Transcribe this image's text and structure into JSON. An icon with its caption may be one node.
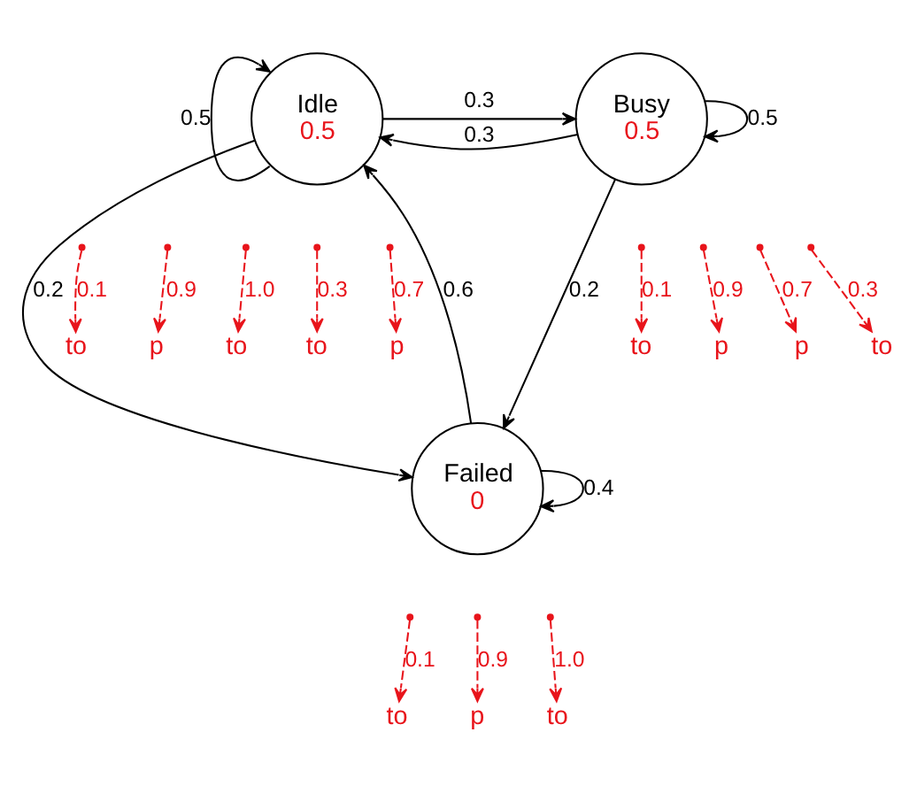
{
  "diagram": {
    "nodes": [
      {
        "text": [
          "Idle",
          "0.5"
        ]
      },
      {
        "text": [
          "Busy",
          "0.5"
        ]
      },
      {
        "text": [
          "Failed",
          "0"
        ]
      },
      {
        "text": [
          "to"
        ]
      },
      {
        "text": [
          "p"
        ]
      },
      {
        "text": [
          "to"
        ]
      },
      {
        "text": [
          "p"
        ]
      },
      {
        "text": [
          "to"
        ]
      },
      {
        "text": [
          "to"
        ]
      },
      {
        "text": [
          "p"
        ]
      },
      {
        "text": [
          "p"
        ]
      },
      {
        "text": [
          "to"
        ]
      },
      {
        "text": [
          "to"
        ]
      },
      {
        "text": [
          "p"
        ]
      },
      {
        "text": [
          "to"
        ]
      }
    ],
    "edges": [
      {
        "from": 0,
        "to": 1,
        "arrow": "to",
        "label": "0.3",
        "color": "#000000"
      },
      {
        "from": 1,
        "to": 0,
        "arrow": "to",
        "label": "0.3",
        "color": "#000000"
      },
      {
        "from": 0,
        "to": 0,
        "arrow": "to",
        "label": "0.5",
        "color": "#000000"
      },
      {
        "from": 1,
        "to": 1,
        "arrow": "to",
        "label": "0.5",
        "color": "#000000"
      },
      {
        "from": 0,
        "to": 2,
        "arrow": "to",
        "label": "0.2",
        "color": "#000000"
      },
      {
        "from": 1,
        "to": 2,
        "arrow": "to",
        "label": "0.2",
        "color": "#000000"
      },
      {
        "from": 2,
        "to": 0,
        "arrow": "to",
        "label": "0.6",
        "color": "#000000"
      },
      {
        "from": 2,
        "to": 2,
        "arrow": "to",
        "label": "0.4",
        "color": "#000000"
      },
      {
        "from": null,
        "to": 3,
        "arrow": "to",
        "label": "0.3",
        "style": "dashed",
        "color": "#e8141b"
      },
      {
        "from": null,
        "to": 4,
        "arrow": "to",
        "label": "0.7",
        "style": "dashed",
        "color": "#e8141b"
      },
      {
        "from": null,
        "to": 5,
        "arrow": "to",
        "label": "0.1",
        "style": "dashed",
        "color": "#e8141b"
      },
      {
        "from": null,
        "to": 6,
        "arrow": "to",
        "label": "0.9",
        "style": "dashed",
        "color": "#e8141b"
      },
      {
        "from": null,
        "to": 7,
        "arrow": "to",
        "label": "1.0",
        "style": "dashed",
        "color": "#e8141b"
      },
      {
        "from": null,
        "to": 8,
        "arrow": "to",
        "label": "0.1",
        "style": "dashed",
        "color": "#e8141b"
      },
      {
        "from": null,
        "to": 9,
        "arrow": "to",
        "label": "0.9",
        "style": "dashed",
        "color": "#e8141b"
      },
      {
        "from": null,
        "to": 10,
        "arrow": "to",
        "label": "0.7",
        "style": "dashed",
        "color": "#e8141b"
      },
      {
        "from": null,
        "to": 11,
        "arrow": "to",
        "label": "0.3",
        "style": "dashed",
        "color": "#e8141b"
      },
      {
        "from": null,
        "to": 12,
        "arrow": "to",
        "label": "0.1",
        "style": "dashed",
        "color": "#e8141b"
      },
      {
        "from": null,
        "to": 13,
        "arrow": "to",
        "label": "0.9",
        "style": "dashed",
        "color": "#e8141b"
      },
      {
        "from": null,
        "to": 14,
        "arrow": "to",
        "label": "1.0",
        "style": "dashed",
        "color": "#e8141b"
      }
    ]
  }
}
